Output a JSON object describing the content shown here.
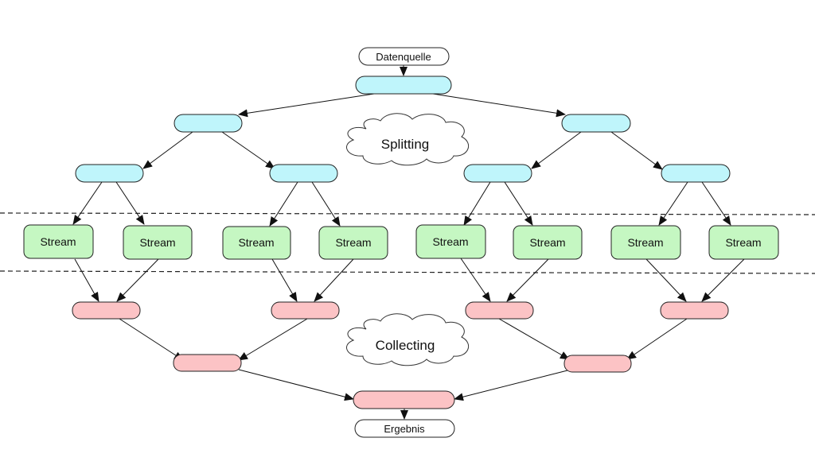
{
  "source_label": "Datenquelle",
  "result_label": "Ergebnis",
  "splitting_label": "Splitting",
  "collecting_label": "Collecting",
  "stream_labels": [
    "Stream",
    "Stream",
    "Stream",
    "Stream",
    "Stream",
    "Stream",
    "Stream",
    "Stream"
  ],
  "colors": {
    "split_fill": "#bff5fb",
    "stream_fill": "#c5f7c2",
    "collect_fill": "#fcc3c5",
    "terminal_fill": "#ffffff",
    "stroke": "#222222"
  }
}
